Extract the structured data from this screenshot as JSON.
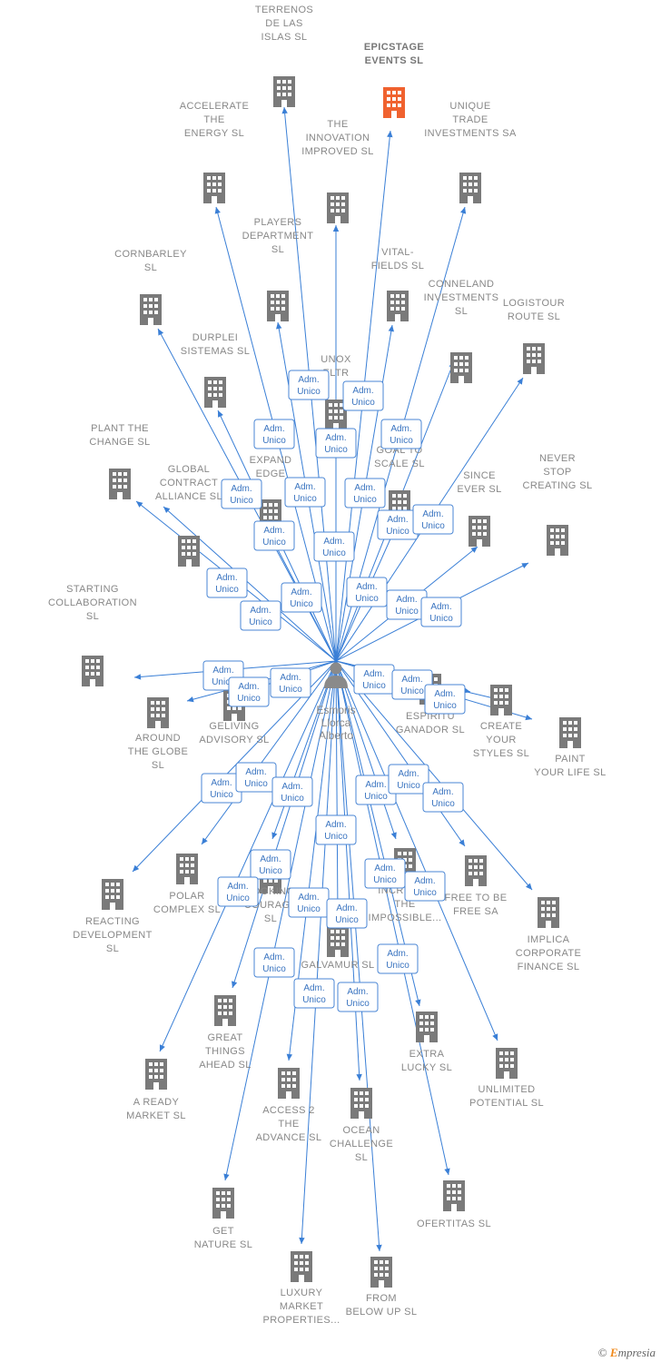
{
  "colors": {
    "edge": "#3a7fd6",
    "building": "#7a7a7a",
    "highlight": "#f0622f",
    "label": "#888888",
    "badge_border": "#4a86d4"
  },
  "center": {
    "name_lines": [
      "Esmoris",
      "Llorca",
      "Alberto"
    ],
    "icon": "person-icon"
  },
  "role_label": [
    "Adm.",
    "Unico"
  ],
  "footer": {
    "copyright": "©",
    "brand_first": "E",
    "brand_rest": "mpresia"
  },
  "companies": [
    {
      "id": "terrenos-de-las-islas",
      "lines": [
        "TERRENOS",
        "DE LAS",
        "ISLAS  SL"
      ]
    },
    {
      "id": "epicstage-events",
      "lines": [
        "EPICSTAGE",
        "EVENTS  SL"
      ],
      "highlight": true
    },
    {
      "id": "accelerate-the-energy",
      "lines": [
        "ACCELERATE",
        "THE",
        "ENERGY  SL"
      ]
    },
    {
      "id": "the-innovation-improved",
      "lines": [
        "THE",
        "INNOVATION",
        "IMPROVED  SL"
      ]
    },
    {
      "id": "unique-trade-investments",
      "lines": [
        "UNIQUE",
        "TRADE",
        "INVESTMENTS SA"
      ]
    },
    {
      "id": "players-department",
      "lines": [
        "PLAYERS",
        "DEPARTMENT",
        "SL"
      ]
    },
    {
      "id": "vital-fields",
      "lines": [
        "VITAL-",
        "FIELDS  SL"
      ]
    },
    {
      "id": "cornbarley",
      "lines": [
        "CORNBARLEY",
        "SL"
      ]
    },
    {
      "id": "conneland-investments",
      "lines": [
        "CONNELAND",
        "INVESTMENTS",
        "SL"
      ]
    },
    {
      "id": "logistour-route",
      "lines": [
        "LOGISTOUR",
        "ROUTE  SL"
      ]
    },
    {
      "id": "durplei-sistemas",
      "lines": [
        "DURPLEI",
        "SISTEMAS  SL"
      ]
    },
    {
      "id": "unox",
      "lines": [
        "UNOX",
        "ELTR"
      ]
    },
    {
      "id": "plant-the-change",
      "lines": [
        "PLANT THE",
        "CHANGE  SL"
      ]
    },
    {
      "id": "expand-edge",
      "lines": [
        "EXPAND",
        "EDGE"
      ]
    },
    {
      "id": "goal-to-scale",
      "lines": [
        "GOAL TO",
        "SCALE  SL"
      ]
    },
    {
      "id": "since-ever",
      "lines": [
        "SINCE",
        "EVER  SL"
      ]
    },
    {
      "id": "never-stop-creating",
      "lines": [
        "NEVER",
        "STOP",
        "CREATING  SL"
      ]
    },
    {
      "id": "global-contract-alliance",
      "lines": [
        "GLOBAL",
        "CONTRACT",
        "ALLIANCE  SL"
      ]
    },
    {
      "id": "starting-collaboration",
      "lines": [
        "STARTING",
        "COLLABORATION",
        "SL"
      ]
    },
    {
      "id": "around-the-globe",
      "lines": [
        "AROUND",
        "THE GLOBE",
        "SL"
      ]
    },
    {
      "id": "geliving-advisory",
      "lines": [
        "GELIVING",
        "ADVISORY  SL"
      ]
    },
    {
      "id": "espiritu-ganador",
      "lines": [
        "ESPIRITU",
        "GANADOR SL"
      ]
    },
    {
      "id": "create-your-styles",
      "lines": [
        "CREATE",
        "YOUR",
        "STYLES  SL"
      ]
    },
    {
      "id": "paint-your-life",
      "lines": [
        "PAINT",
        "YOUR LIFE  SL"
      ]
    },
    {
      "id": "reacting-development",
      "lines": [
        "REACTING",
        "DEVELOPMENT",
        "SL"
      ]
    },
    {
      "id": "polar-complex",
      "lines": [
        "POLAR",
        "COMPLEX  SL"
      ]
    },
    {
      "id": "looking-courage",
      "lines": [
        "LOOKING",
        "COURAGE",
        "SL"
      ]
    },
    {
      "id": "galvamur",
      "lines": [
        "GALVAMUR  SL"
      ]
    },
    {
      "id": "increase-the-impossible",
      "lines": [
        "INCREASE",
        "THE",
        "IMPOSSIBLE..."
      ]
    },
    {
      "id": "free-to-be-free",
      "lines": [
        "FREE TO BE",
        "FREE SA"
      ]
    },
    {
      "id": "implica-corporate-finance",
      "lines": [
        "IMPLICA",
        "CORPORATE",
        "FINANCE  SL"
      ]
    },
    {
      "id": "great-things-ahead",
      "lines": [
        "GREAT",
        "THINGS",
        "AHEAD  SL"
      ]
    },
    {
      "id": "extra-lucky",
      "lines": [
        "EXTRA",
        "LUCKY  SL"
      ]
    },
    {
      "id": "unlimited-potential",
      "lines": [
        "UNLIMITED",
        "POTENTIAL  SL"
      ]
    },
    {
      "id": "a-ready-market",
      "lines": [
        "A READY",
        "MARKET  SL"
      ]
    },
    {
      "id": "access-2-the-advance",
      "lines": [
        "ACCESS 2",
        "THE",
        "ADVANCE  SL"
      ]
    },
    {
      "id": "ocean-challenge",
      "lines": [
        "OCEAN",
        "CHALLENGE",
        "SL"
      ]
    },
    {
      "id": "get-nature",
      "lines": [
        "GET",
        "NATURE  SL"
      ]
    },
    {
      "id": "ofertitas",
      "lines": [
        "OFERTITAS  SL"
      ]
    },
    {
      "id": "luxury-market-properties",
      "lines": [
        "LUXURY",
        "MARKET",
        "PROPERTIES..."
      ]
    },
    {
      "id": "from-below-up",
      "lines": [
        "FROM",
        "BELOW UP  SL"
      ]
    }
  ]
}
